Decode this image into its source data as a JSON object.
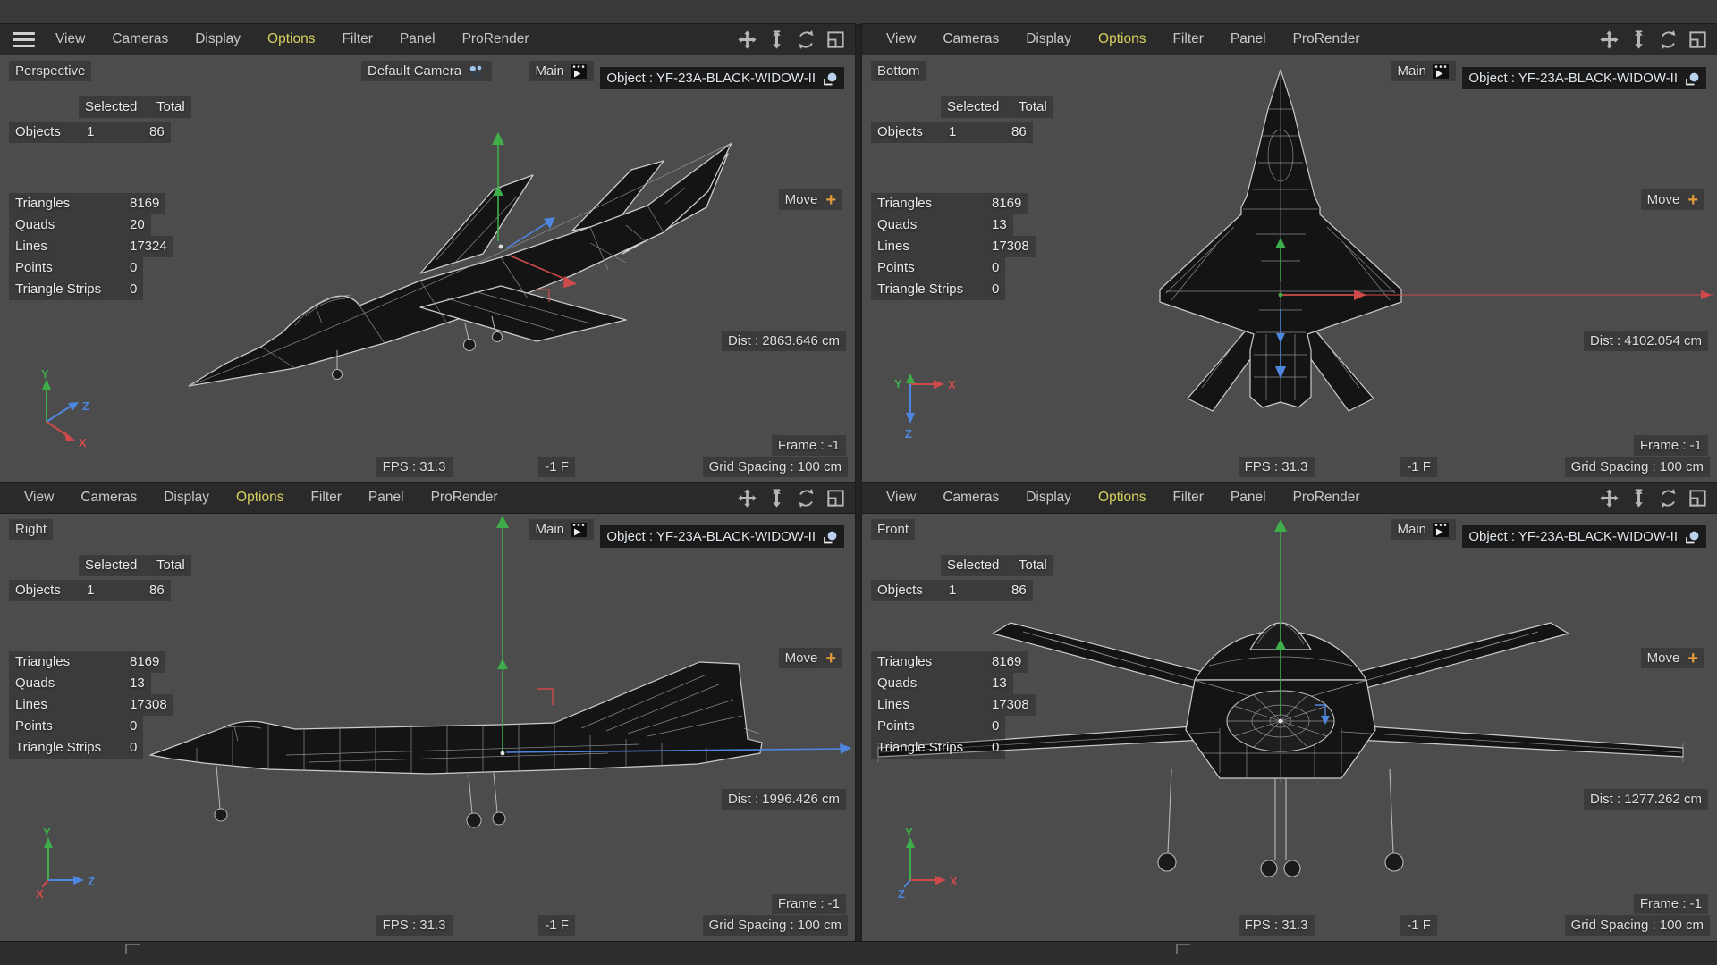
{
  "chrome": {
    "menu_items": [
      "View",
      "Cameras",
      "Display",
      "Options",
      "Filter",
      "Panel",
      "ProRender"
    ],
    "highlighted_item": "Options",
    "object_tag": "Object : YF-23A-BLACK-WIDOW-II",
    "hud": {
      "main": "Main",
      "move": "Move",
      "move_plus": "+",
      "fps": "FPS : 31.3",
      "frame_f": "-1 F",
      "frame": "Frame : -1",
      "grid": "Grid Spacing : 100 cm"
    },
    "colors": {
      "options_highlight": "#d6d05e",
      "move_plus_orange": "#e29a3a",
      "axis_x_red": "#cf4a4a",
      "axis_y_green": "#3fae4a",
      "axis_z_blue": "#4f86e0"
    }
  },
  "stats_table": {
    "col_selected": "Selected",
    "col_total": "Total",
    "objects_label": "Objects"
  },
  "viewports": [
    {
      "name": "Perspective",
      "camera": "Default Camera",
      "objects_selected": "1",
      "objects_total": "86",
      "rows": [
        {
          "label": "Triangles",
          "value": "8169"
        },
        {
          "label": "Quads",
          "value": "20"
        },
        {
          "label": "Lines",
          "value": "17324"
        },
        {
          "label": "Points",
          "value": "0"
        },
        {
          "label": "Triangle Strips",
          "value": "0"
        }
      ],
      "dist": "Dist : 2863.646 cm",
      "axes": {
        "up": "Y",
        "a2": "Z",
        "a3": "X"
      }
    },
    {
      "name": "Bottom",
      "objects_selected": "1",
      "objects_total": "86",
      "rows": [
        {
          "label": "Triangles",
          "value": "8169"
        },
        {
          "label": "Quads",
          "value": "13"
        },
        {
          "label": "Lines",
          "value": "17308"
        },
        {
          "label": "Points",
          "value": "0"
        },
        {
          "label": "Triangle Strips",
          "value": "0"
        }
      ],
      "dist": "Dist : 4102.054 cm",
      "axes": {
        "up": "Y",
        "a2": "X",
        "a3": "Z"
      }
    },
    {
      "name": "Right",
      "objects_selected": "1",
      "objects_total": "86",
      "rows": [
        {
          "label": "Triangles",
          "value": "8169"
        },
        {
          "label": "Quads",
          "value": "13"
        },
        {
          "label": "Lines",
          "value": "17308"
        },
        {
          "label": "Points",
          "value": "0"
        },
        {
          "label": "Triangle Strips",
          "value": "0"
        }
      ],
      "dist": "Dist : 1996.426 cm",
      "axes": {
        "up": "Y",
        "a2": "Z",
        "a3": "X"
      }
    },
    {
      "name": "Front",
      "objects_selected": "1",
      "objects_total": "86",
      "rows": [
        {
          "label": "Triangles",
          "value": "8169"
        },
        {
          "label": "Quads",
          "value": "13"
        },
        {
          "label": "Lines",
          "value": "17308"
        },
        {
          "label": "Points",
          "value": "0"
        },
        {
          "label": "Triangle Strips",
          "value": "0"
        }
      ],
      "dist": "Dist : 1277.262 cm",
      "axes": {
        "up": "Y",
        "a2": "X",
        "a3": "Z"
      }
    }
  ]
}
